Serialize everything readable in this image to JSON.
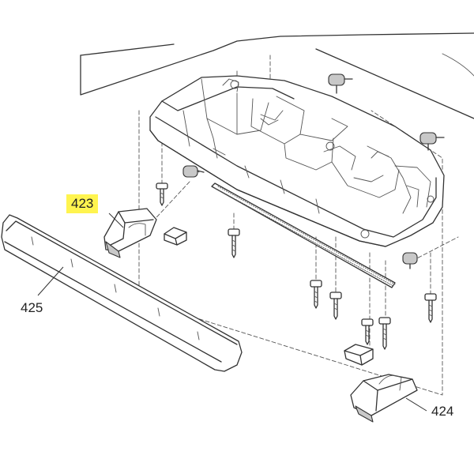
{
  "callouts": {
    "part_423": "423",
    "part_424": "424",
    "part_425": "425"
  },
  "colors": {
    "highlight": "#fff44f",
    "linework": "#333333",
    "background": "#ffffff"
  }
}
